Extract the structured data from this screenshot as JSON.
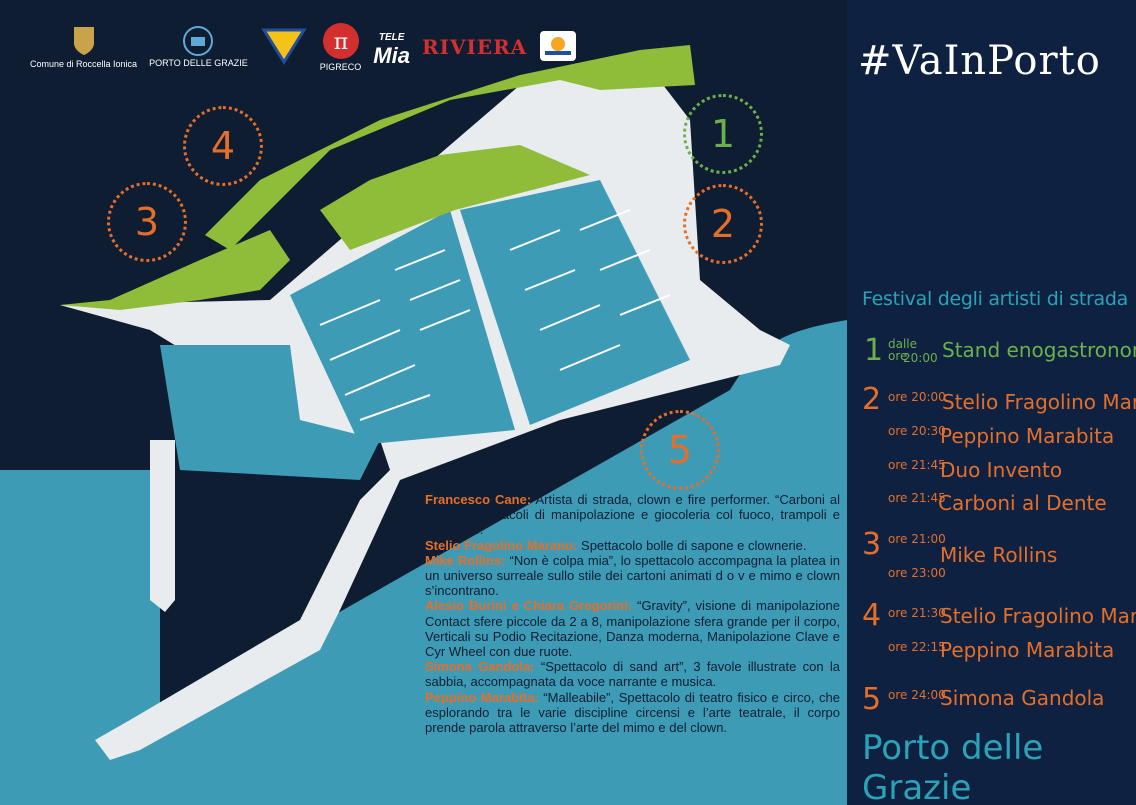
{
  "sponsors": {
    "comune": "Comune di Roccella Ionica",
    "porto_grazie": "PORTO DELLE GRAZIE",
    "pigreco": "PIGRECO",
    "telemia_top": "TELE",
    "telemia_main": "Mia",
    "riviera": "RIVIERA"
  },
  "title": "#VaInPorto",
  "subtitle": "Festival degli artisti di strada",
  "map_numbers": [
    "1",
    "2",
    "3",
    "4",
    "5"
  ],
  "schedule": [
    {
      "num": "1",
      "time_prefix": "dalle ore",
      "time": "20:00",
      "acts": [
        "Stand enogastronomici"
      ]
    },
    {
      "num": "2",
      "entries": [
        {
          "time": "ore 20:00",
          "act": "Stelio Fragolino Marano"
        },
        {
          "time": "ore 20:30",
          "act": "Peppino Marabita"
        },
        {
          "time": "ore 21:45",
          "act": "Duo Invento"
        },
        {
          "time": "ore 21:45",
          "act": "Carboni al Dente"
        }
      ]
    },
    {
      "num": "3",
      "entries": [
        {
          "time": "ore 21:00",
          "act": "Mike Rollins"
        },
        {
          "time": "ore 23:00",
          "act": ""
        }
      ]
    },
    {
      "num": "4",
      "entries": [
        {
          "time": "ore 21:30",
          "act": "Stelio Fragolino Marano"
        },
        {
          "time": "ore 22:15",
          "act": "Peppino Marabita"
        }
      ]
    },
    {
      "num": "5",
      "entries": [
        {
          "time": "ore 24:00",
          "act": "Simona Gandola"
        }
      ]
    }
  ],
  "footer": "Porto delle Grazie",
  "descriptions": [
    {
      "name": "Francesco Cane:",
      "text": " Artista di strada, clown e fire performer. “Carboni al Dente”, spettacoli di manipolazione e giocoleria col fuoco, trampoli e clownerie."
    },
    {
      "name": "Stelio Fragolino Marano:",
      "text": " Spettacolo bolle di sapone e clownerie."
    },
    {
      "name": "Mike Rollins:",
      "text": " “Non è colpa mia”, lo spettacolo accompagna la platea in un universo surreale sullo stile dei cartoni animati d o v e mimo e clown s’incontrano."
    },
    {
      "name": "Alesio Burini e Chiara Gregorini:",
      "text": " “Gravity”, visione di manipolazione Contact sfere piccole da 2 a 8, manipolazione sfera grande per il corpo, Verticali su Podio Recitazione, Danza moderna, Manipolazione Clave e Cyr Wheel con due ruote."
    },
    {
      "name": "Simona Gandola:",
      "text": " “Spettacolo di sand art”, 3 favole illustrate con la sabbia, accompagnata da voce narrante e musica."
    },
    {
      "name": "Peppino Marabita:",
      "text": " “Malleabile”, Spettacolo di teatro fisico e circo, che esplorando tra le varie discipline circensi e l’arte teatrale, il corpo prende parola attraverso l’arte del mimo e del clown."
    }
  ],
  "colors": {
    "navy": "#0f1d33",
    "sea": "#3d9bb6",
    "grass": "#8fbd3a",
    "orange": "#e46f2a",
    "green": "#6bb04a",
    "teal": "#2aa3b8"
  }
}
